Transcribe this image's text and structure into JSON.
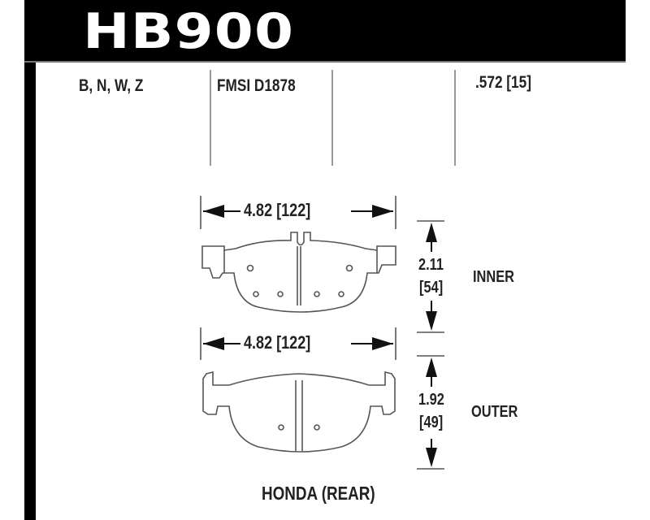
{
  "header": {
    "part_number": "HB900"
  },
  "spec_row": {
    "compounds": "B, N, W, Z",
    "fmsi": "FMSI D1878",
    "thickness": ".572 [15]"
  },
  "inner_pad": {
    "width_label": "4.82 [122]",
    "height_in": "2.11",
    "height_mm": "[54]",
    "label": "INNER"
  },
  "outer_pad": {
    "width_label": "4.82 [122]",
    "height_in": "1.92",
    "height_mm": "[49]",
    "label": "OUTER"
  },
  "application": "HONDA (REAR)",
  "colors": {
    "bar": "#000000",
    "text": "#222222",
    "line": "#555555"
  }
}
